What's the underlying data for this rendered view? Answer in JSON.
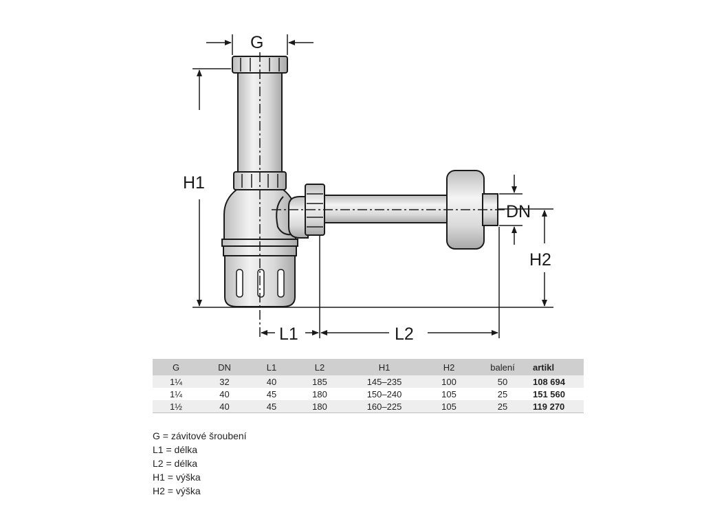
{
  "dimension_labels": {
    "g": "G",
    "dn": "DN",
    "h1": "H1",
    "h2": "H2",
    "l1": "L1",
    "l2": "L2"
  },
  "table": {
    "headers": [
      "G",
      "DN",
      "L1",
      "L2",
      "H1",
      "H2",
      "balení",
      "artikl"
    ],
    "rows": [
      [
        "1¼",
        "32",
        "40",
        "185",
        "145–235",
        "100",
        "50",
        "108 694"
      ],
      [
        "1¼",
        "40",
        "45",
        "180",
        "150–240",
        "105",
        "25",
        "151 560"
      ],
      [
        "1½",
        "40",
        "45",
        "180",
        "160–225",
        "105",
        "25",
        "119 270"
      ]
    ]
  },
  "legend": [
    "G = závitové šroubení",
    "L1 = délka",
    "L2 = délka",
    "H1 = výška",
    "H2 = výška"
  ]
}
